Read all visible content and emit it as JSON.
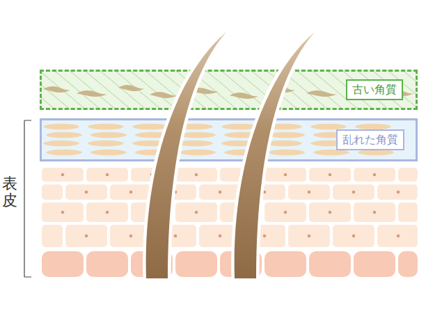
{
  "diagram": {
    "nodes": [
      {
        "text": [
          "古い角質"
        ]
      },
      {
        "text": [
          "乱れた角質"
        ]
      }
    ],
    "labels": [
      "表皮"
    ]
  }
}
